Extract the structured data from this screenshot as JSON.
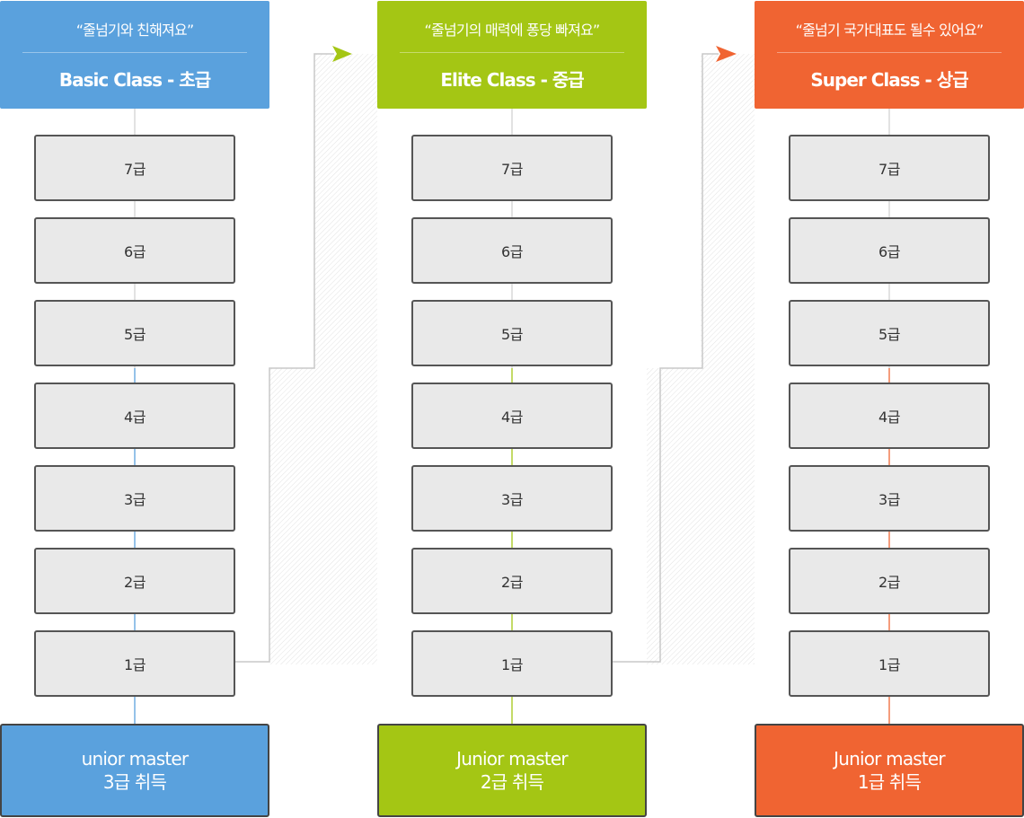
{
  "columns": [
    {
      "tagline": "“줄넘기와 친해져요”",
      "title": "Basic Class  -  초급",
      "color": "#5aa1dd",
      "levels": [
        "7급",
        "6급",
        "5급",
        "4급",
        "3급",
        "2급",
        "1급"
      ],
      "result_line1": "unior master",
      "result_line2": "3급 취득"
    },
    {
      "tagline": "“줄넘기의 매력에 퐁당 빠져요”",
      "title": "Elite Class  -  중급",
      "color": "#a4c614",
      "levels": [
        "7급",
        "6급",
        "5급",
        "4급",
        "3급",
        "2급",
        "1급"
      ],
      "result_line1": "Junior master",
      "result_line2": "2급 취득"
    },
    {
      "tagline": "“줄넘기 국가대표도 될수 있어요”",
      "title": "Super Class  -  상급",
      "color": "#f06432",
      "levels": [
        "7급",
        "6급",
        "5급",
        "4급",
        "3급",
        "2급",
        "1급"
      ],
      "result_line1": "Junior master",
      "result_line2": "1급 취득"
    }
  ],
  "colors": {
    "box_fill": "#e9e9e9",
    "box_border": "#555555",
    "connector_gray": "#c8c8c8"
  }
}
